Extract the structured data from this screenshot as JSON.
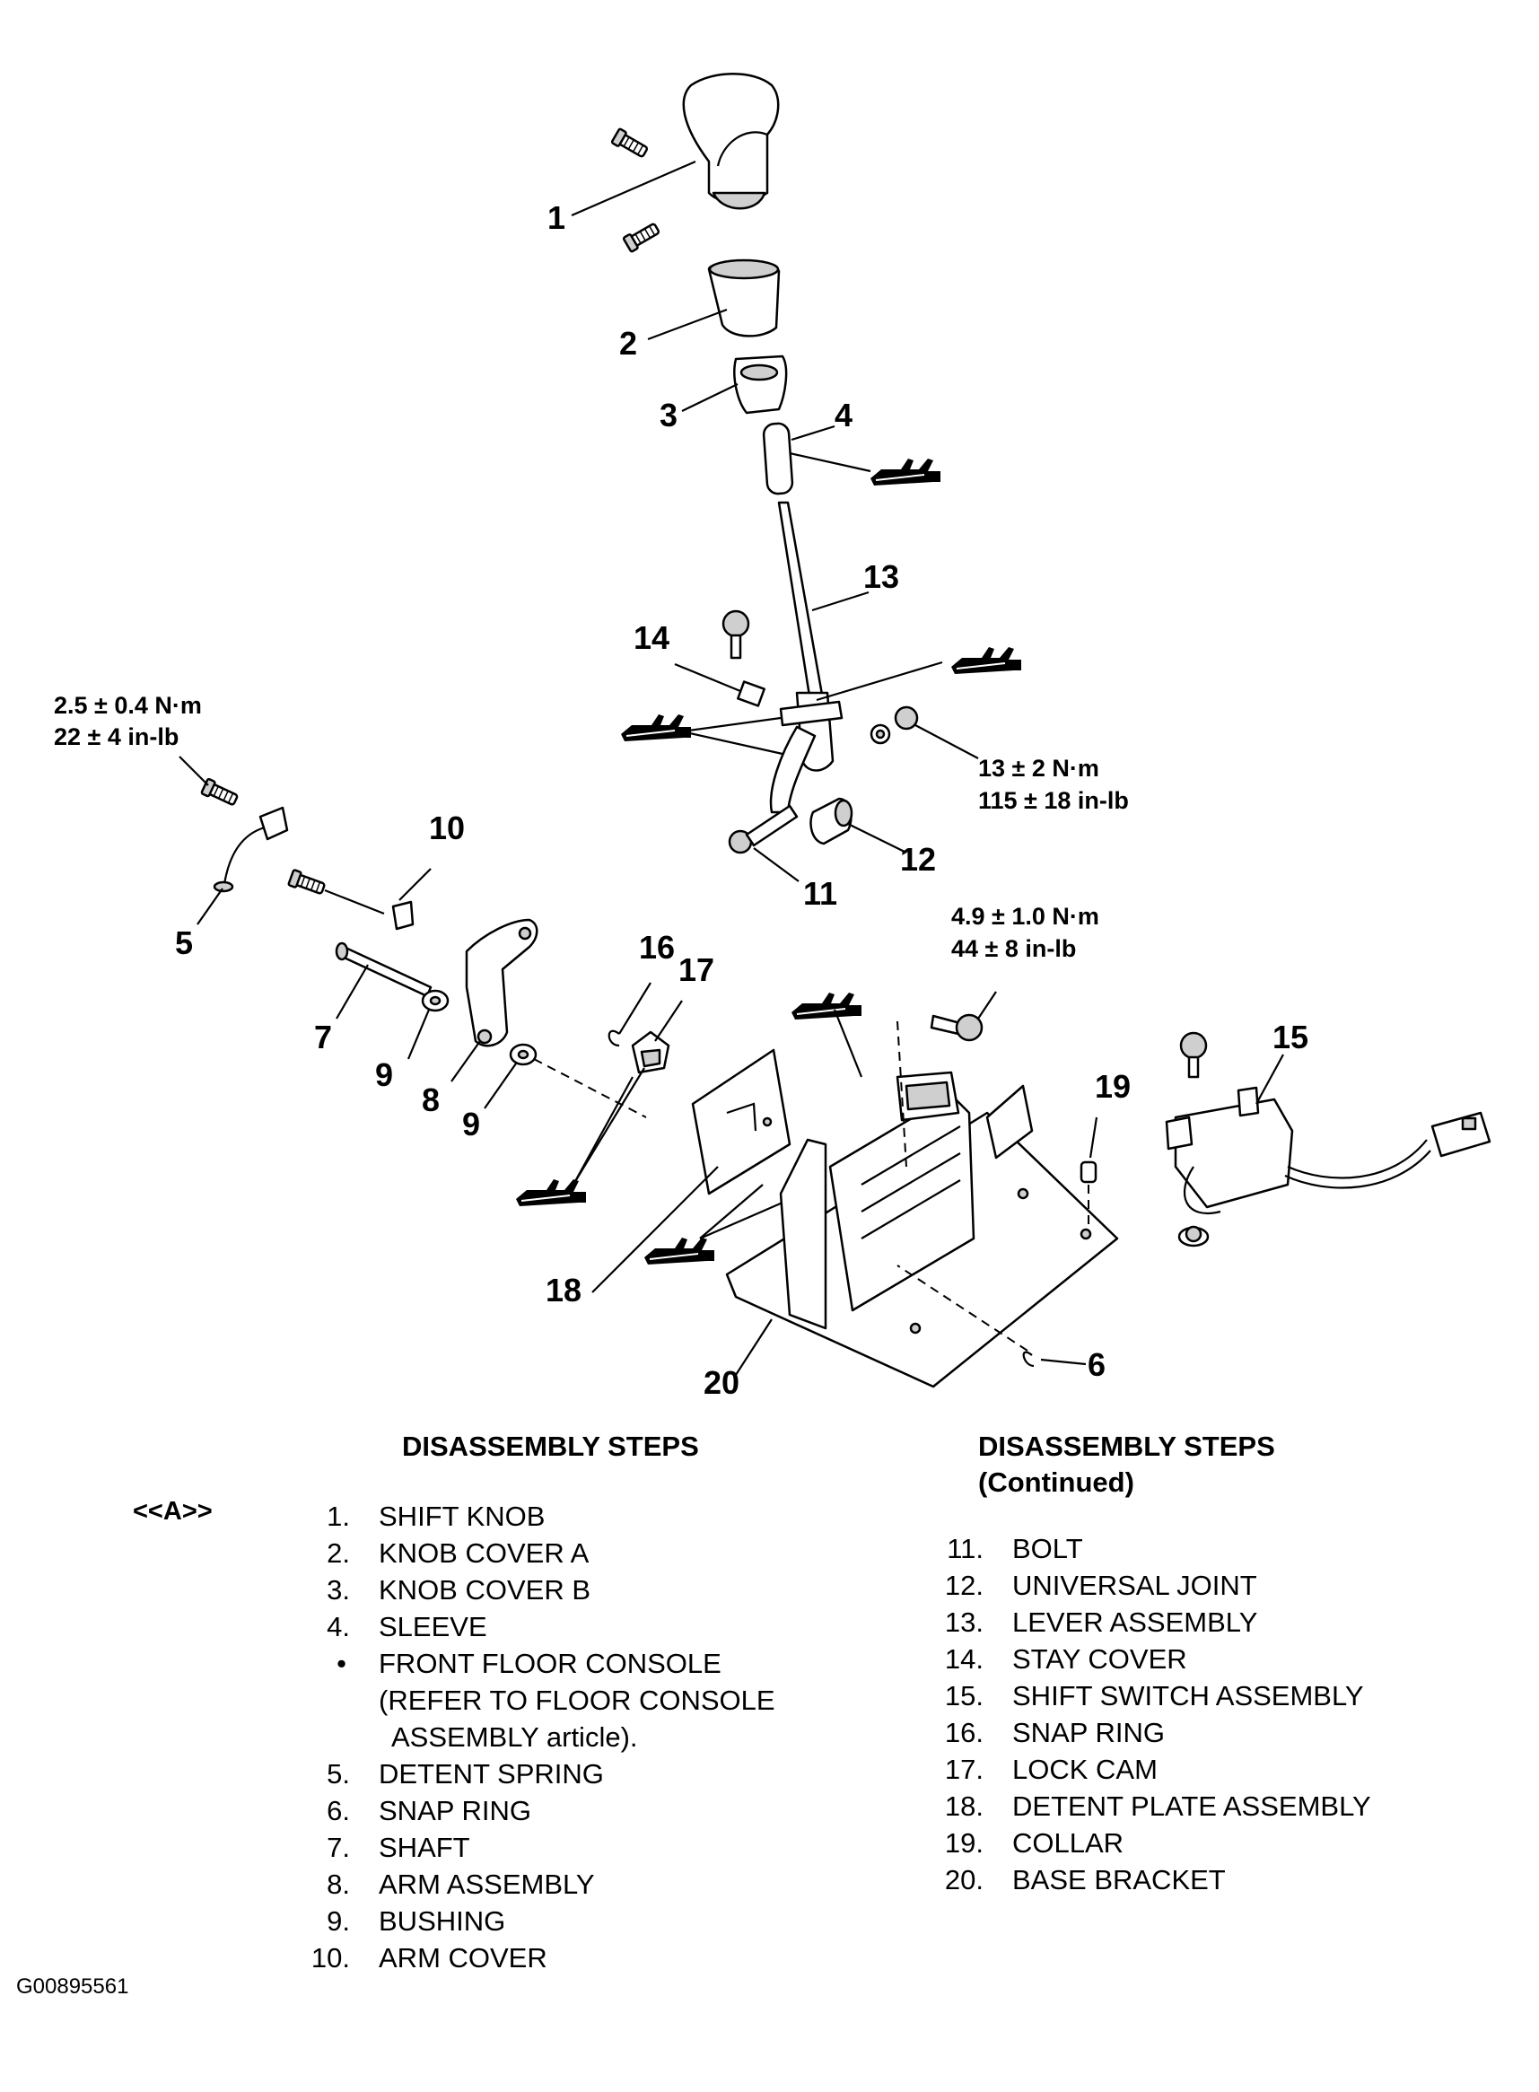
{
  "callouts": [
    "1",
    "2",
    "3",
    "4",
    "5",
    "6",
    "7",
    "8",
    "9",
    "10",
    "11",
    "12",
    "13",
    "14",
    "15",
    "16",
    "17",
    "18",
    "19",
    "20"
  ],
  "torque_specs": {
    "detent_spring_bolt": {
      "nm": "2.5 ± 0.4 N·m",
      "inlb": "22 ± 4 in-lb"
    },
    "lever_nut": {
      "nm": "13 ± 2 N·m",
      "inlb": "115 ± 18 in-lb"
    },
    "bracket_bolt": {
      "nm": "4.9 ± 1.0 N·m",
      "inlb": "44 ± 8 in-lb"
    }
  },
  "steps_left": {
    "heading": "DISASSEMBLY STEPS",
    "marker": "<<A>>",
    "items": [
      {
        "num": "1.",
        "text": "SHIFT KNOB"
      },
      {
        "num": "2.",
        "text": "KNOB COVER A"
      },
      {
        "num": "3.",
        "text": "KNOB COVER B"
      },
      {
        "num": "4.",
        "text": "SLEEVE"
      },
      {
        "num": "•",
        "text": "FRONT FLOOR CONSOLE",
        "text2": "(REFER TO FLOOR CONSOLE",
        "text3": "ASSEMBLY article)."
      },
      {
        "num": "5.",
        "text": "DETENT SPRING"
      },
      {
        "num": "6.",
        "text": "SNAP RING"
      },
      {
        "num": "7.",
        "text": "SHAFT"
      },
      {
        "num": "8.",
        "text": "ARM ASSEMBLY"
      },
      {
        "num": "9.",
        "text": "BUSHING"
      },
      {
        "num": "10.",
        "text": "ARM COVER"
      }
    ]
  },
  "steps_right": {
    "heading": "DISASSEMBLY STEPS",
    "heading2": "(Continued)",
    "items": [
      {
        "num": "11.",
        "text": "BOLT"
      },
      {
        "num": "12.",
        "text": "UNIVERSAL JOINT"
      },
      {
        "num": "13.",
        "text": "LEVER ASSEMBLY"
      },
      {
        "num": "14.",
        "text": "STAY COVER"
      },
      {
        "num": "15.",
        "text": "SHIFT SWITCH ASSEMBLY"
      },
      {
        "num": "16.",
        "text": "SNAP RING"
      },
      {
        "num": "17.",
        "text": "LOCK CAM"
      },
      {
        "num": "18.",
        "text": "DETENT PLATE ASSEMBLY"
      },
      {
        "num": "19.",
        "text": "COLLAR"
      },
      {
        "num": "20.",
        "text": "BASE BRACKET"
      }
    ]
  },
  "figure_id": "G00895561"
}
